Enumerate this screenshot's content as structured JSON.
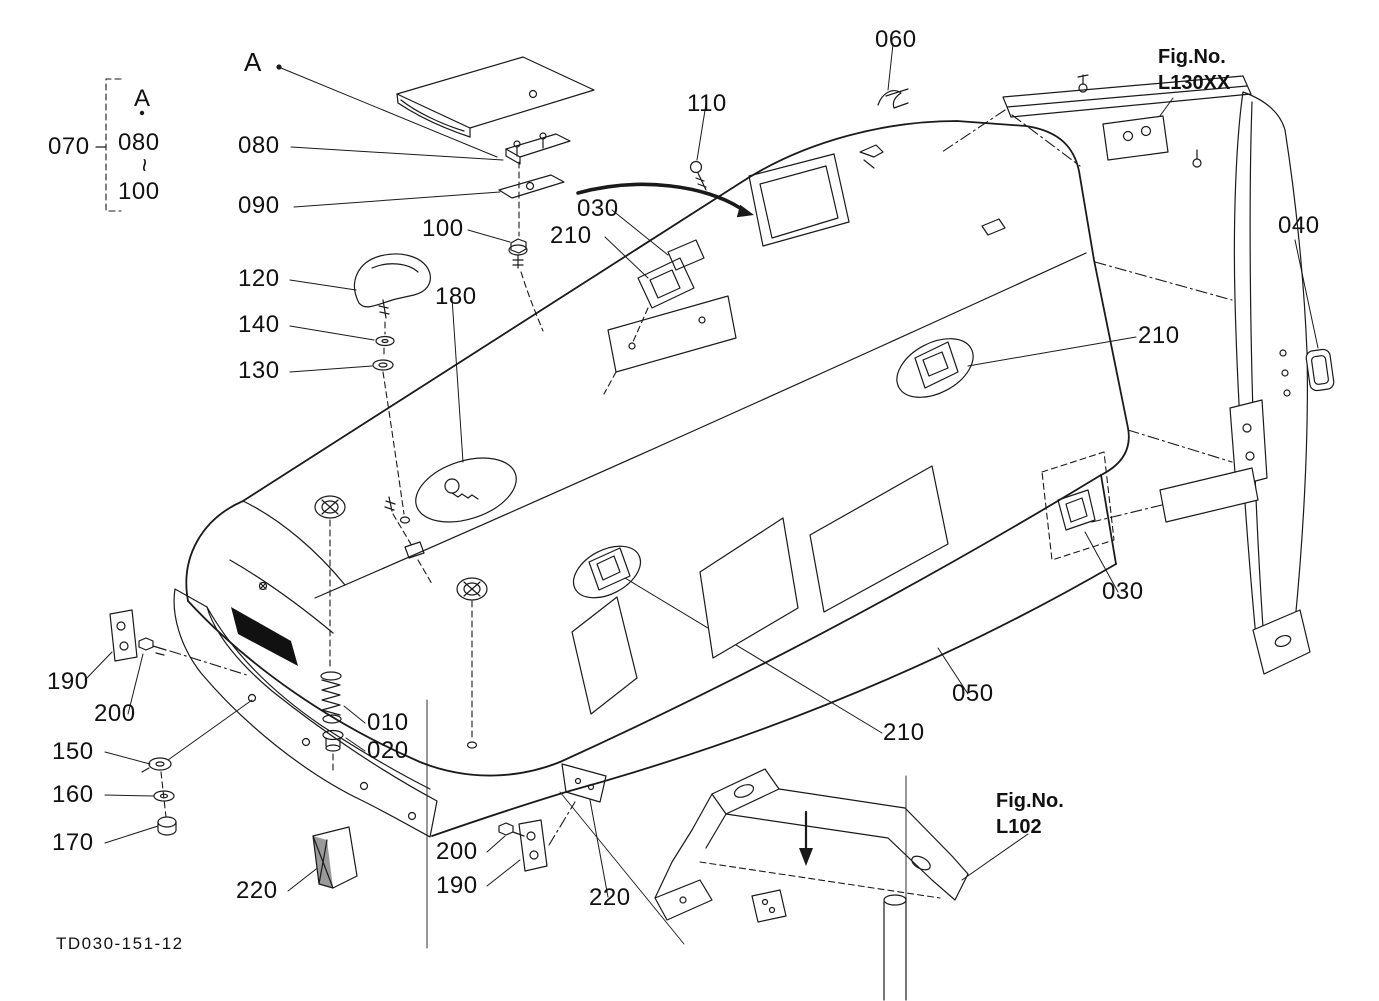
{
  "page": {
    "background": "#ffffff",
    "line_color": "#1a1a1a"
  },
  "drawing_code": "TD030-151-12",
  "assembly_bracket": {
    "part_no": "070",
    "detail_ref": "A",
    "range_start": "080",
    "range_separator": "~",
    "range_end": "100"
  },
  "callouts": {
    "detail_a": "A",
    "p010": "010",
    "p020": "020",
    "p030": "030",
    "p040": "040",
    "p050": "050",
    "p060": "060",
    "p080": "080",
    "p090": "090",
    "p100": "100",
    "p110": "110",
    "p120": "120",
    "p130": "130",
    "p140": "140",
    "p150": "150",
    "p160": "160",
    "p170": "170",
    "p180": "180",
    "p190": "190",
    "p200": "200",
    "p210": "210",
    "p220": "220"
  },
  "figure_references": [
    {
      "label": "Fig.No.",
      "code": "L130XX"
    },
    {
      "label": "Fig.No.",
      "code": "L102"
    }
  ]
}
